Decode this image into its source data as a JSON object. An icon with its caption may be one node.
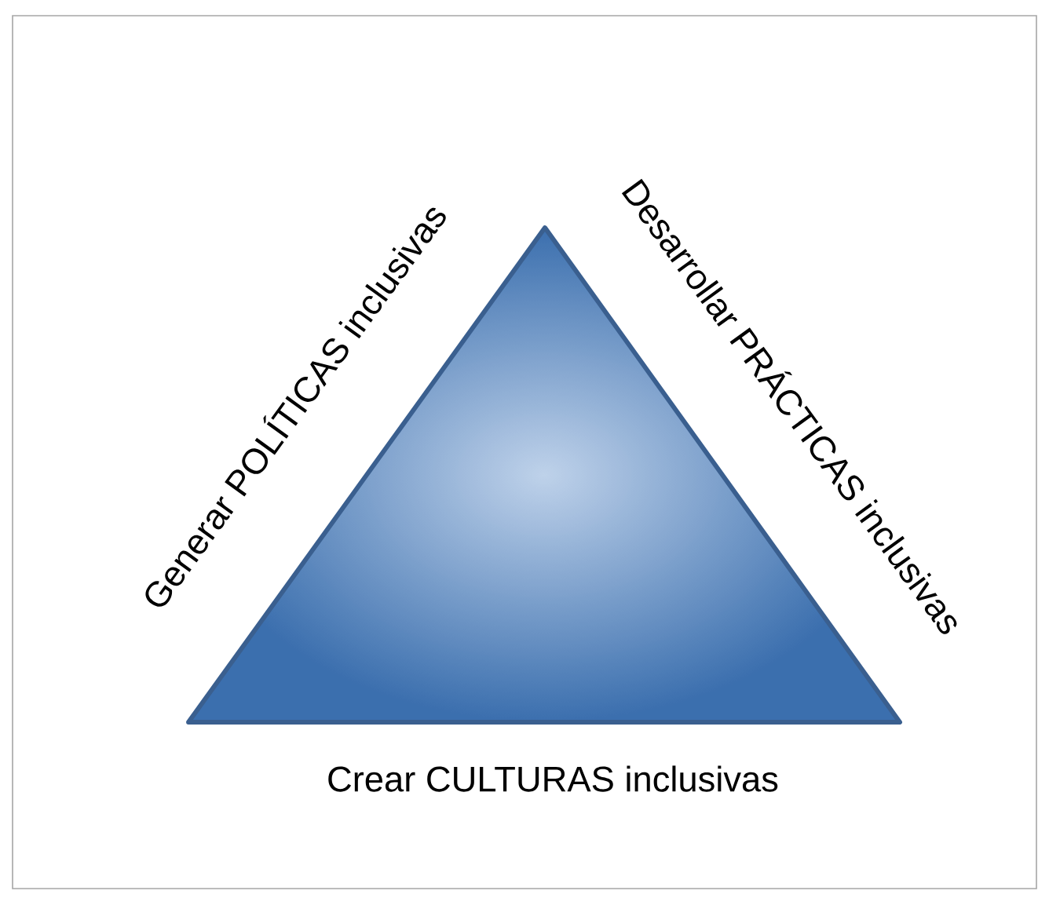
{
  "diagram": {
    "nodes": [
      {
        "text": [],
        "shape": "triangle",
        "beside": [
          "Generar POLÍTICAS inclusivas",
          "Desarrollar PRÁCTICAS inclusivas",
          "Crear CULTURAS inclusivas"
        ]
      }
    ]
  }
}
